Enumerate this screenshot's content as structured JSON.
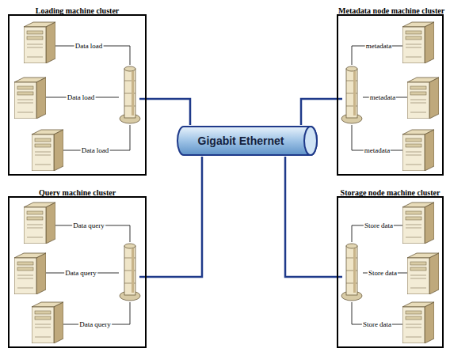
{
  "diagram": {
    "nodes": [
      {
        "text": [
          "Loading machine cluster"
        ]
      },
      {
        "text": [
          "Metadata node machine cluster"
        ]
      },
      {
        "text": [
          "Gigabit Ethernet"
        ]
      },
      {
        "text": [
          "Query machine cluster"
        ]
      },
      {
        "text": [
          "Storage node machine cluster"
        ]
      }
    ],
    "edges": [
      {
        "from": 0,
        "to": 2,
        "arrow": "none"
      },
      {
        "from": 1,
        "to": 2,
        "arrow": "none"
      },
      {
        "from": 3,
        "to": 2,
        "arrow": "none"
      },
      {
        "from": 4,
        "to": 2,
        "arrow": "none"
      }
    ],
    "labels": [
      "Data load",
      "Data load",
      "Data load",
      "metadata",
      "metadata",
      "metadata",
      "Data query",
      "Data query",
      "Data query",
      "Store data",
      "Store data",
      "Store data"
    ]
  }
}
